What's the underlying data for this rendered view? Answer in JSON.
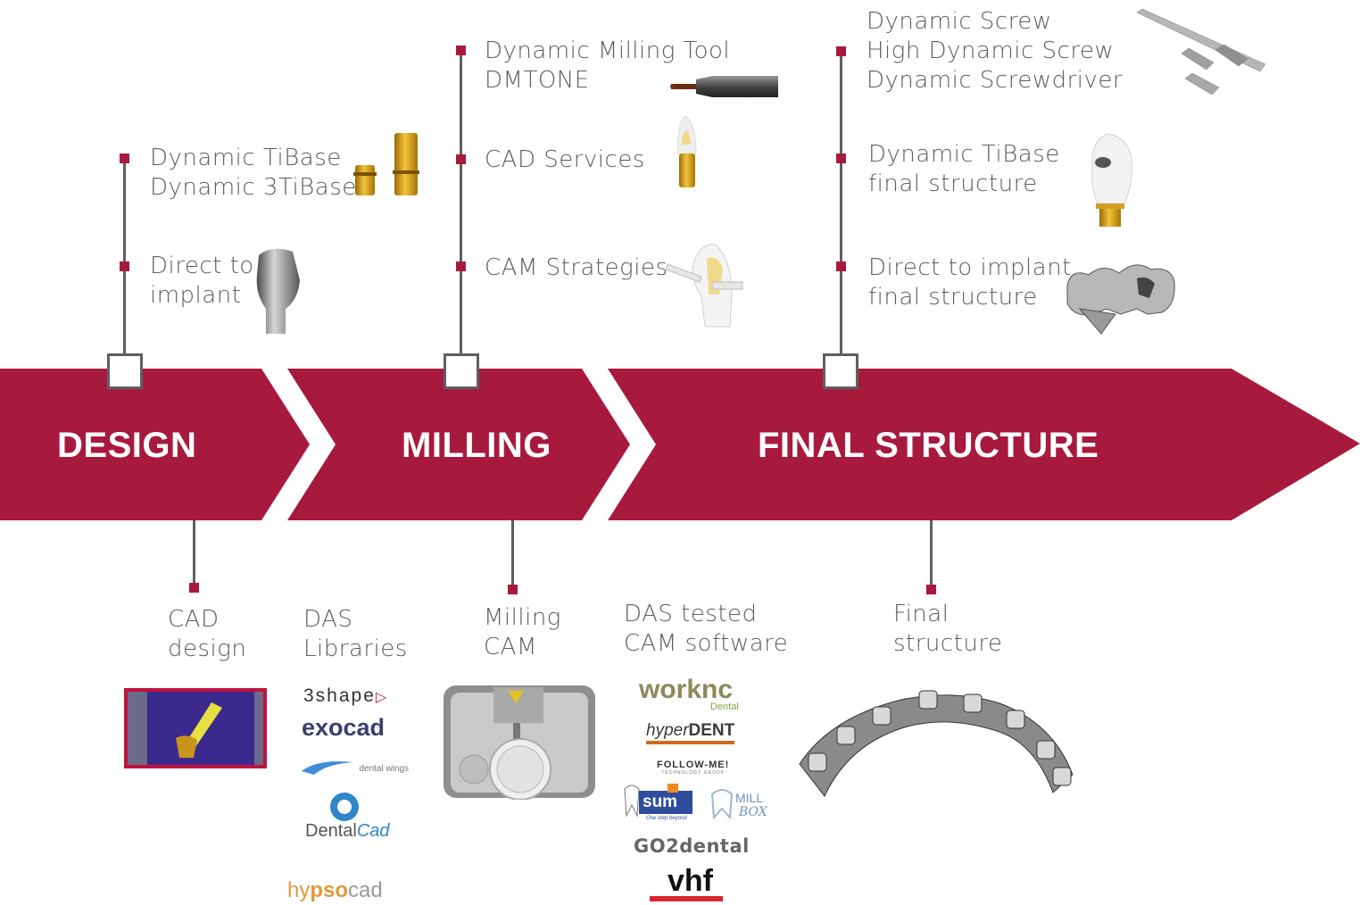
{
  "stages": {
    "design": "DESIGN",
    "milling": "MILLING",
    "final": "FINAL STRUCTURE"
  },
  "colors": {
    "band": "#a8193e",
    "line": "#5f5f5f",
    "text": "#5e5e5e"
  },
  "design_top": {
    "item1": [
      "Dynamic TiBase",
      "Dynamic 3TiBase"
    ],
    "item2": [
      "Direct to",
      "implant"
    ]
  },
  "milling_top": {
    "item1": [
      "Dynamic Milling Tool",
      "DMTONE"
    ],
    "item2": "CAD Services",
    "item3": "CAM Strategies"
  },
  "final_top": {
    "item1": [
      "Dynamic Screw",
      "High Dynamic Screw",
      "Dynamic Screwdriver"
    ],
    "item2": [
      "Dynamic TiBase",
      "final structure"
    ],
    "item3": [
      "Direct to implant",
      "final structure"
    ]
  },
  "bottom": {
    "cad": [
      "CAD",
      "design"
    ],
    "das_libraries": [
      "DAS",
      "Libraries"
    ],
    "milling_cam": [
      "Milling",
      "CAM"
    ],
    "das_tested": [
      "DAS tested",
      "CAM software"
    ],
    "final": [
      "Final",
      "structure"
    ]
  },
  "library_logos": {
    "threeshape": "3shape",
    "exocad": "exocad",
    "dentalwings": "dental wings",
    "dentalcad_a": "Dental",
    "dentalcad_b": "Cad",
    "hypsocad_a": "hy",
    "hypsocad_b": "pso",
    "hypsocad_c": "cad"
  },
  "cam_logos": {
    "worknc": "worknc",
    "worknc_sub": "Dental",
    "hyperdent_a": "hyper",
    "hyperdent_b": "DENT",
    "followme": "FOLLOW-ME!",
    "followme_sub": "TECHNOLOGY GROUP",
    "sum": "sum",
    "sum_sub": "One step beyond",
    "millbox_a": "MILL",
    "millbox_b": "BOX",
    "go2dental": "GO2dental",
    "vhf": "vhf"
  }
}
